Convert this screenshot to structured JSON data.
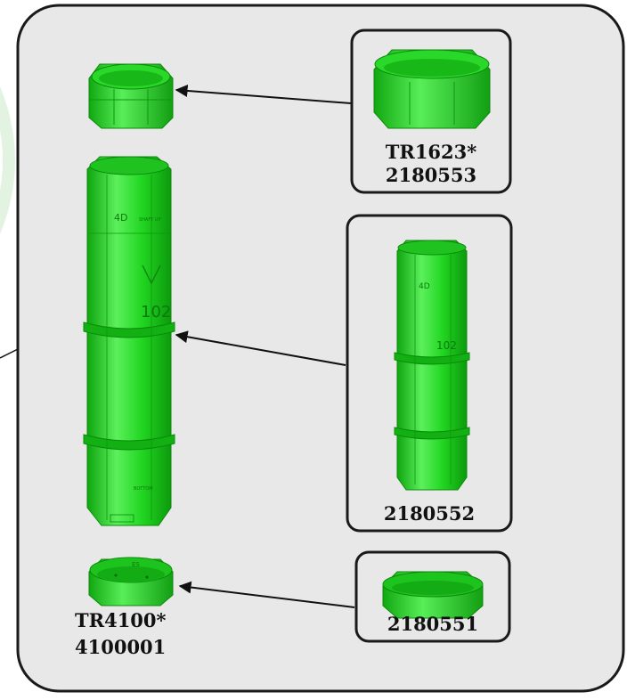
{
  "colors": {
    "panel_fill": "#e8e8e8",
    "panel_border": "#1a1a1a",
    "part_green": "#22d622",
    "part_green_light": "#5cf05c",
    "part_green_dark": "#0fa50f",
    "arrow": "#111111",
    "watermark": "#dff2df"
  },
  "parts": {
    "top_cap_label_line1": "TR1623*",
    "top_cap_label_line2": "2180553",
    "tube_label": "2180552",
    "bottom_cap_variant_label": "2180551",
    "bottom_cap_label_line1": "TR4100*",
    "bottom_cap_label_line2": "4100001"
  },
  "tube_markings": {
    "size_code": "4D",
    "number": "102",
    "small_mark": "SHAFT UP",
    "bottom_mark": "BOTTOM",
    "cap_mark": "ES"
  }
}
